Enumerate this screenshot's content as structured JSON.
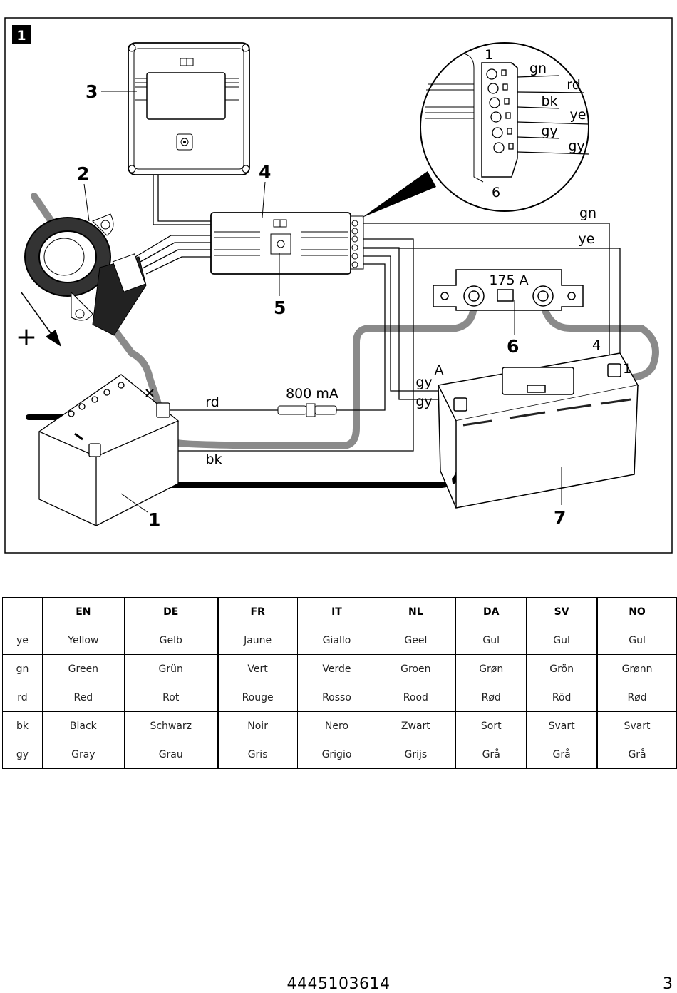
{
  "figure": {
    "figure_number": "1",
    "callouts": [
      "1",
      "2",
      "3",
      "4",
      "5",
      "6",
      "7"
    ],
    "wire_labels": {
      "rd": "rd",
      "bk": "bk",
      "gn": "gn",
      "ye": "ye",
      "gy_top": "gy",
      "gy_bottom": "gy"
    },
    "fuse_800": "800 mA",
    "fuse_175": "175 A",
    "terminal_a": "A",
    "terminal_4": "4",
    "terminal_1": "1",
    "plus_sign": "+",
    "detail": {
      "top_number": "1",
      "bottom_number": "6",
      "pins": [
        "gn",
        "rd",
        "bk",
        "ye",
        "gy",
        "gy"
      ]
    }
  },
  "table": {
    "headers": [
      "",
      "EN",
      "DE",
      "FR",
      "IT",
      "NL",
      "DA",
      "SV",
      "NO"
    ],
    "rows": [
      [
        "ye",
        "Yellow",
        "Gelb",
        "Jaune",
        "Giallo",
        "Geel",
        "Gul",
        "Gul",
        "Gul"
      ],
      [
        "gn",
        "Green",
        "Grün",
        "Vert",
        "Verde",
        "Groen",
        "Grøn",
        "Grön",
        "Grønn"
      ],
      [
        "rd",
        "Red",
        "Rot",
        "Rouge",
        "Rosso",
        "Rood",
        "Rød",
        "Röd",
        "Rød"
      ],
      [
        "bk",
        "Black",
        "Schwarz",
        "Noir",
        "Nero",
        "Zwart",
        "Sort",
        "Svart",
        "Svart"
      ],
      [
        "gy",
        "Gray",
        "Grau",
        "Gris",
        "Grigio",
        "Grijs",
        "Grå",
        "Grå",
        "Grå"
      ]
    ]
  },
  "footer": {
    "code": "4445103614",
    "page": "3"
  }
}
